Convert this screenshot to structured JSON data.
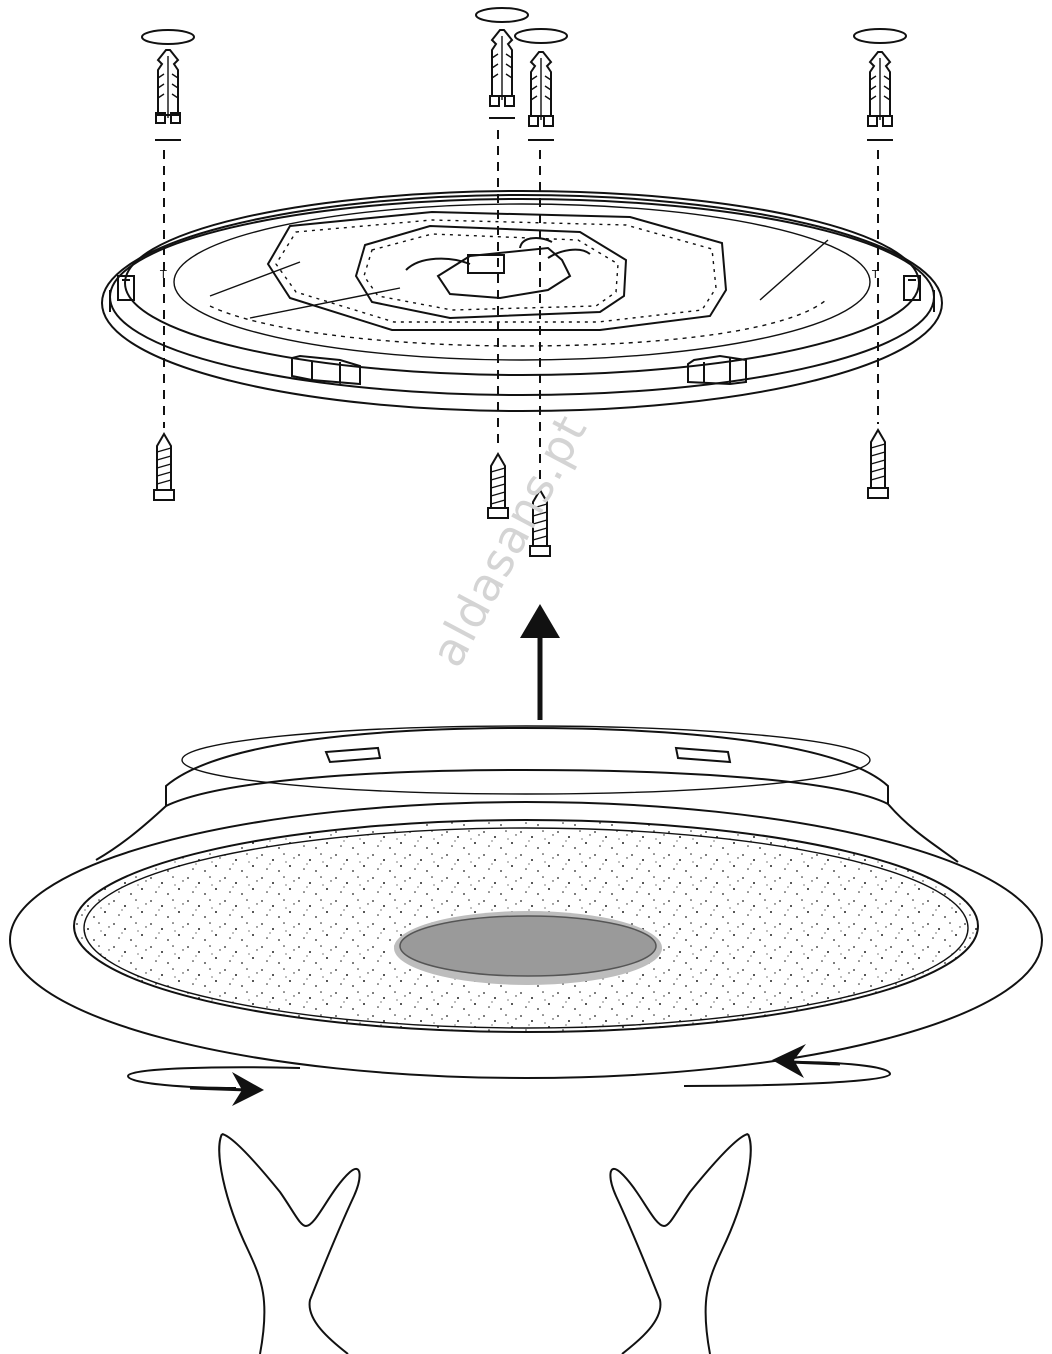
{
  "watermark": {
    "text": "aldasans.pt",
    "color": "#d4d4d4"
  },
  "colors": {
    "line": "#111111",
    "lens": "#9a9a9a",
    "lens_ring": "#bdbdbd",
    "background": "#ffffff"
  },
  "icons": [
    "wall-plug-icon",
    "screw-icon",
    "up-arrow-icon",
    "rotate-arrow-icon",
    "hand-icon"
  ],
  "counts": {
    "wall_plugs": 4,
    "screws": 4,
    "hands": 2,
    "rotation_arrows": 2
  }
}
